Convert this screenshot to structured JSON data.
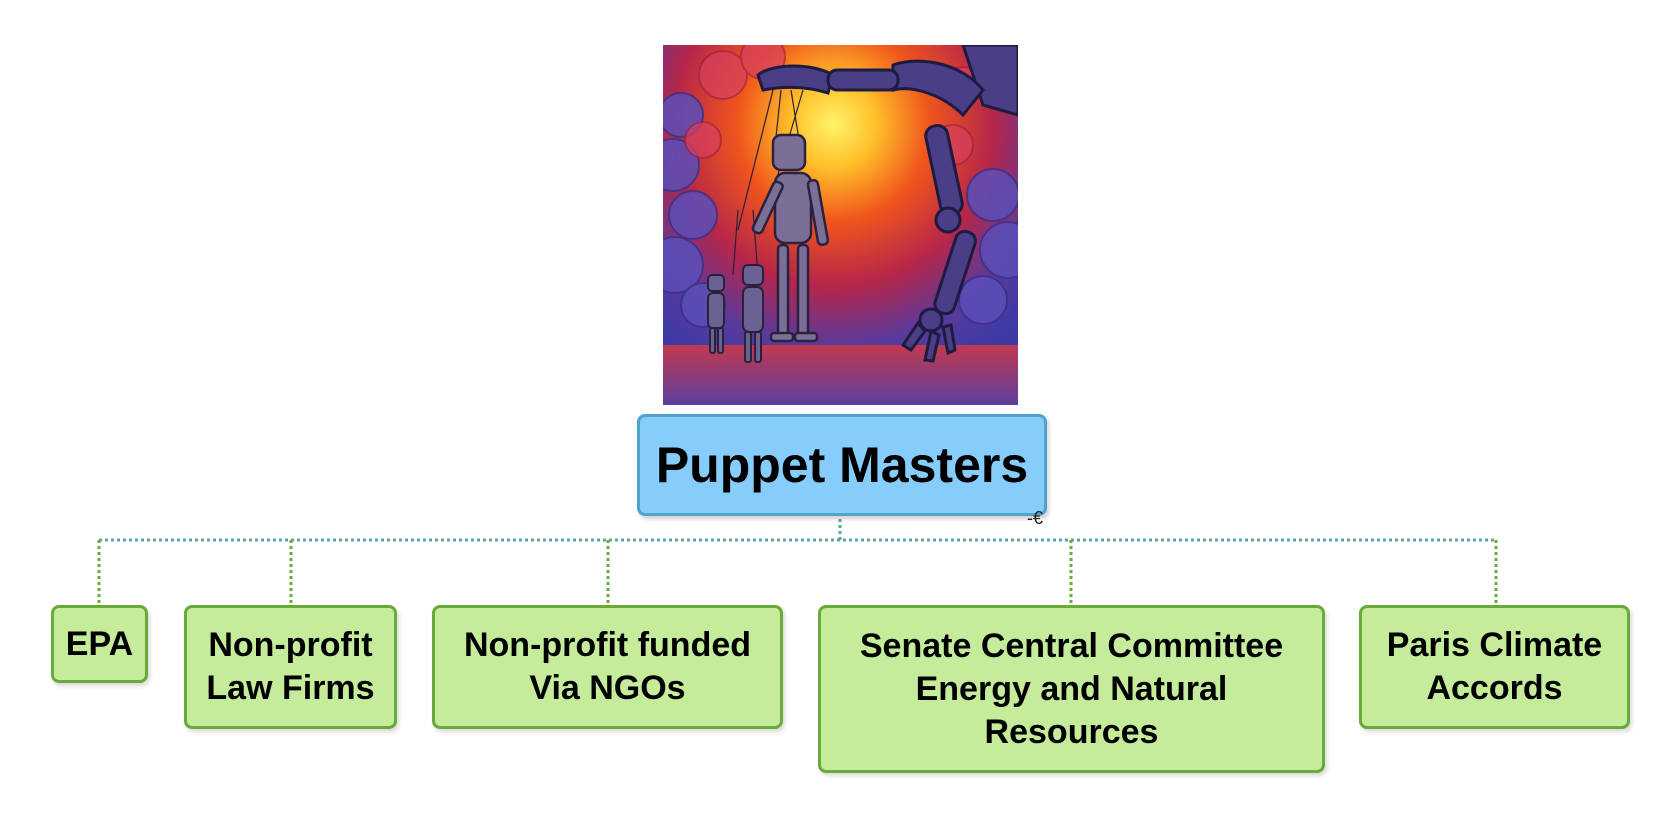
{
  "diagram": {
    "central_topic": "Puppet Masters",
    "collapse_symbol": "-€",
    "children": [
      {
        "label": "EPA"
      },
      {
        "label": "Non-profit\nLaw Firms"
      },
      {
        "label": "Non-profit funded\nVia NGOs"
      },
      {
        "label": "Senate Central Committee\nEnergy and Natural\nResources"
      },
      {
        "label": "Paris Climate\nAccords"
      }
    ]
  },
  "colors": {
    "central_fill": "#87cdfb",
    "central_border": "#4ea4cb",
    "child_fill": "#c5ec9b",
    "child_border": "#6aaa3a",
    "trunk_connector": "#5fa3a8",
    "branch_connector": "#6aaa3a"
  },
  "image": {
    "icon": "puppet-robots-illustration"
  }
}
